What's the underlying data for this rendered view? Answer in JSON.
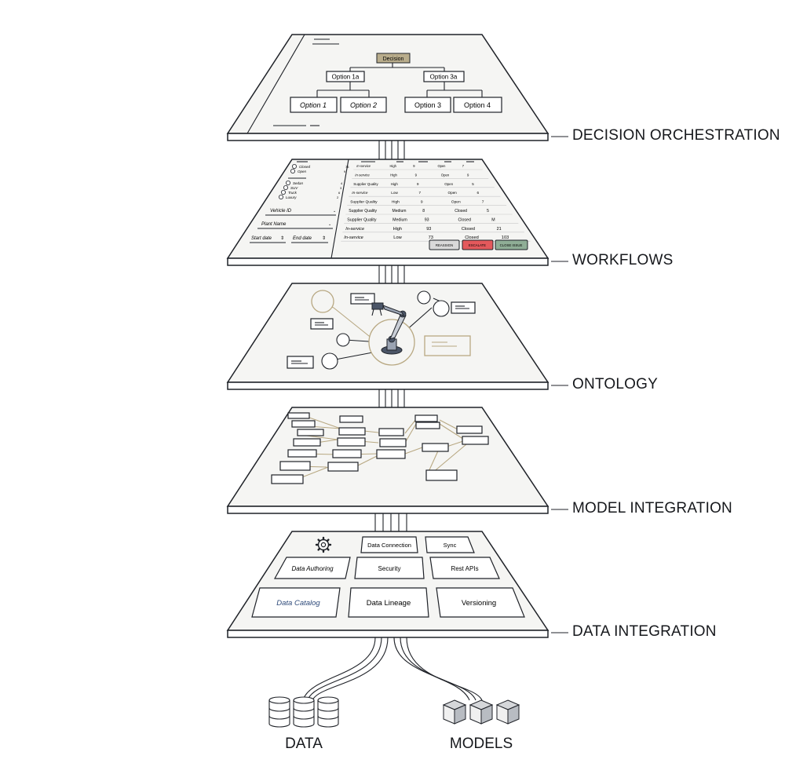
{
  "layers": {
    "decision": {
      "label": "DECISION ORCHESTRATION",
      "root": "Decision",
      "level2": [
        "Option 1a",
        "Option 3a"
      ],
      "level3": [
        "Option 1",
        "Option 2",
        "Option 3",
        "Option 4"
      ]
    },
    "workflows": {
      "label": "WORKFLOWS",
      "filters": [
        "Closed",
        "Open",
        "Sedan",
        "SUV",
        "Truck",
        "Luxury"
      ],
      "fields": [
        "Vehicle ID",
        "Plant Name",
        "Start date",
        "End date"
      ],
      "rows": [
        [
          "In-service",
          "High",
          "9",
          "Open",
          "7"
        ],
        [
          "In-service",
          "High",
          "9",
          "Open",
          "9"
        ],
        [
          "Supplier Quality",
          "High",
          "9",
          "Open",
          "5"
        ],
        [
          "In-service",
          "Low",
          "7",
          "Open",
          "6"
        ],
        [
          "Supplier Quality",
          "High",
          "9",
          "Open",
          "7"
        ],
        [
          "Supplier Quality",
          "Medium",
          "8",
          "Closed",
          "5"
        ],
        [
          "Supplier Quality",
          "Medium",
          "93",
          "Closed",
          "M"
        ],
        [
          "In-service",
          "High",
          "93",
          "Closed",
          "21"
        ],
        [
          "In-service",
          "Low",
          "73",
          "Closed",
          "103"
        ]
      ],
      "buttons": [
        "REASSIGN",
        "ESCALATE",
        "CLOSE ISSUE"
      ],
      "button_colors": [
        "#d9d9d9",
        "#e4595c",
        "#8fae96"
      ]
    },
    "ontology": {
      "label": "ONTOLOGY"
    },
    "model_integration": {
      "label": "MODEL INTEGRATION"
    },
    "data_integration": {
      "label": "DATA INTEGRATION",
      "tiles": [
        "Data Connection",
        "Sync",
        "Data Authoring",
        "Security",
        "Rest APIs",
        "Data Catalog",
        "Data Lineage",
        "Versioning"
      ],
      "icon": "gear-icon"
    }
  },
  "sources": {
    "data": "DATA",
    "models": "MODELS"
  },
  "colors": {
    "ink": "#1f2228",
    "plate": "#f5f5f3",
    "tan": "#b8a882",
    "decision_root": "#b9ad8c",
    "catalog_text": "#2e4a7a"
  }
}
